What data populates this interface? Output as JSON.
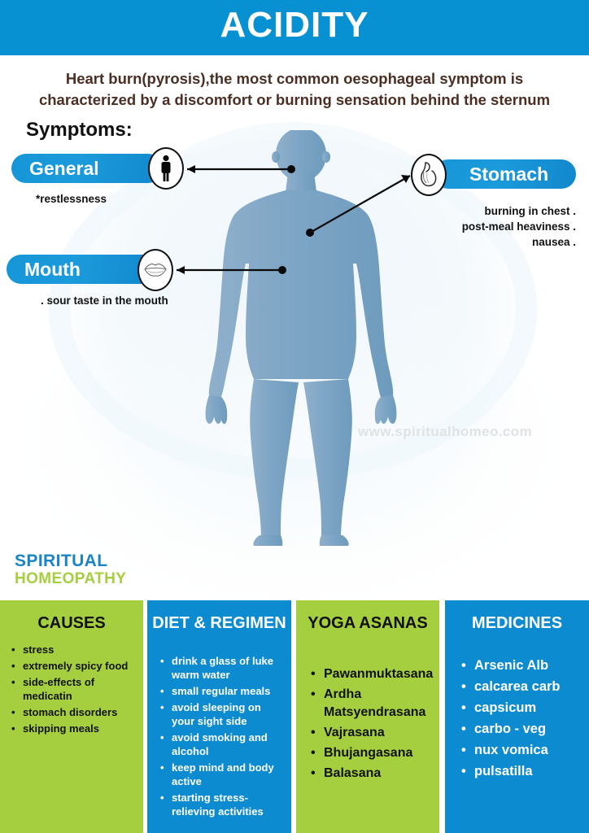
{
  "header": {
    "title": "ACIDITY"
  },
  "intro": {
    "text": "Heart burn(pyrosis),the most common oesophageal symptom is characterized by a discomfort or burning sensation behind the sternum"
  },
  "symptoms": {
    "heading": "Symptoms:",
    "items": [
      {
        "id": "general",
        "label": "General",
        "icon": "person-icon",
        "detail": "*restlessness"
      },
      {
        "id": "mouth",
        "label": "Mouth",
        "icon": "lips-icon",
        "detail": ". sour taste in the mouth"
      },
      {
        "id": "stomach",
        "label": "Stomach",
        "icon": "stomach-organ-icon",
        "detail": "burning in chest .\npost-meal heaviness .\nnausea ."
      }
    ]
  },
  "watermark": {
    "text": "www.spiritualhomeo.com"
  },
  "logo": {
    "line1": "SPIRITUAL",
    "line2": "HOMEOPATHY"
  },
  "columns": [
    {
      "id": "causes",
      "title": "CAUSES",
      "theme": "green",
      "items": [
        "stress",
        "extremely spicy food",
        "side-effects of medicatin",
        "stomach disorders",
        "skipping meals"
      ]
    },
    {
      "id": "diet-regimen",
      "title": "DIET & REGIMEN",
      "theme": "blue",
      "items": [
        "drink a glass of luke warm water",
        "small regular meals",
        "avoid sleeping on your sight side",
        "avoid smoking and alcohol",
        "keep mind and body active",
        "starting stress-relieving activities"
      ]
    },
    {
      "id": "yoga-asanas",
      "title": "YOGA ASANAS",
      "theme": "green",
      "items": [
        "Pawanmuktasana",
        "Ardha Matsyendrasana",
        "Vajrasana",
        "Bhujangasana",
        "Balasana"
      ]
    },
    {
      "id": "medicines",
      "title": "MEDICINES",
      "theme": "blue",
      "items": [
        "Arsenic Alb",
        "calcarea carb",
        "capsicum",
        "carbo - veg",
        "nux vomica",
        "pulsatilla"
      ]
    }
  ],
  "colors": {
    "header_blue": "#0790d2",
    "column_blue": "#0d8bd1",
    "column_green": "#a6cf3f",
    "pill_blue": "#1696d8",
    "body_silhouette": "#7da4c4",
    "intro_text": "#4c2f24",
    "logo_blue": "#1b84c6",
    "logo_green": "#a6cf3f",
    "watermark_gray": "#dfe3e3"
  }
}
